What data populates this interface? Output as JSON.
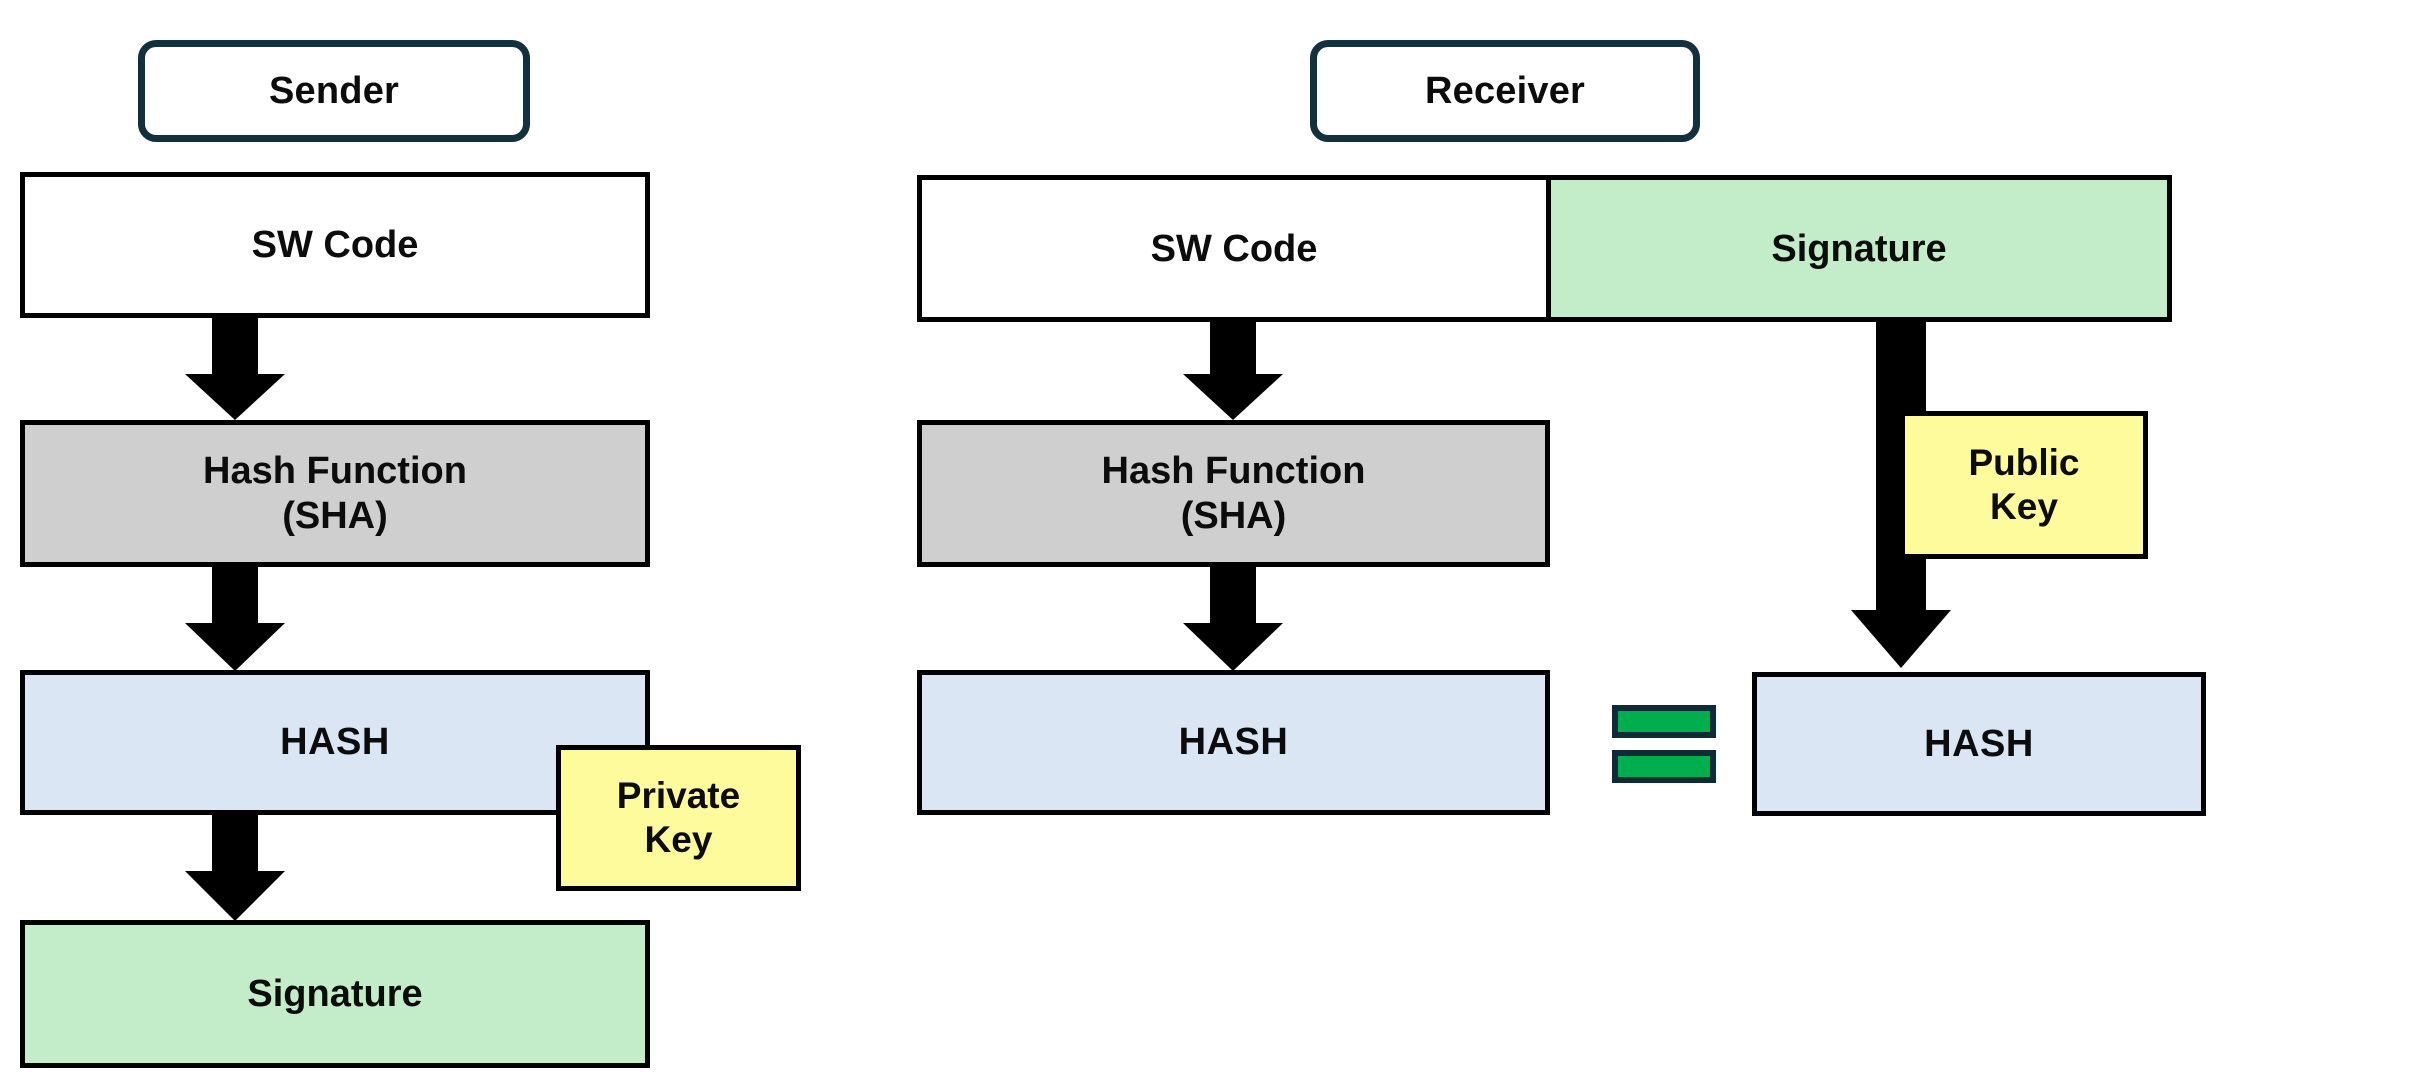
{
  "diagram": {
    "title": "Code signing and signature verification flow",
    "colors": {
      "badge_border": "#12303d",
      "box_border": "#000000",
      "hash_fill": "#dbe6f4",
      "hashfn_fill": "#cfcfcf",
      "signature_fill": "#c3edc9",
      "key_fill": "#fdfb9b",
      "equals_fill": "#00ae4d",
      "equals_border": "#0c2a38",
      "background": "#ffffff"
    }
  },
  "sender": {
    "badge": "Sender",
    "sw_code": "SW Code",
    "hash_function": "Hash Function\n(SHA)",
    "hash": "HASH",
    "signature": "Signature",
    "private_key": "Private\nKey"
  },
  "receiver": {
    "badge": "Receiver",
    "sw_code": "SW Code",
    "signature": "Signature",
    "hash_function": "Hash Function\n(SHA)",
    "hash_computed": "HASH",
    "hash_recovered": "HASH",
    "public_key": "Public\nKey",
    "comparison_operator": "="
  },
  "icons": {
    "sender_arrow_1": "down-arrow-icon",
    "sender_arrow_2": "down-arrow-icon",
    "sender_arrow_3": "down-arrow-icon",
    "receiver_arrow_1": "down-arrow-icon",
    "receiver_arrow_2": "down-arrow-icon",
    "receiver_signature_arrow": "down-arrow-icon",
    "equals_icon": "equals-icon"
  }
}
